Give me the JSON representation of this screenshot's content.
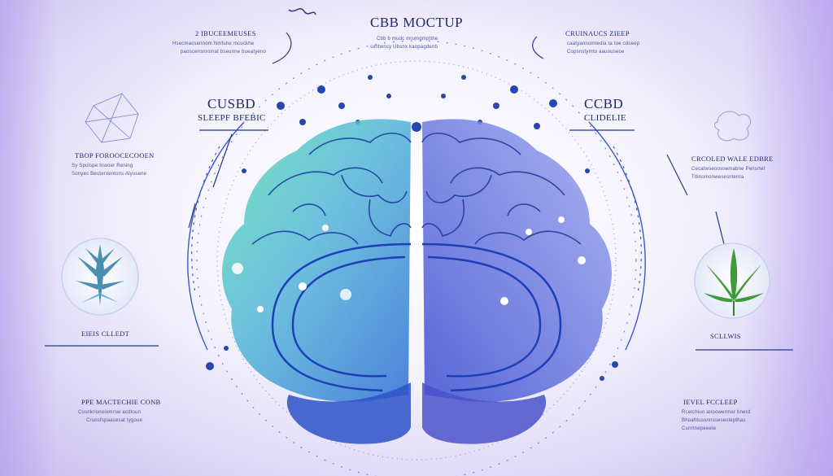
{
  "header": {
    "title": "CBB MOCTUP",
    "subtitle": "Cbb b mudc mrumgmptthe",
    "subtitle2": "sxntwnsy Ubsnx kaopagdenb"
  },
  "labels": {
    "top_left": {
      "title": "2 Ibuceemeuses",
      "line1": "Hsecmacsennom Nmfuhe mcuckhe",
      "line2": "paoscensnroinat bseunne bueatyeno"
    },
    "top_right": {
      "title": "CRUINAUCS ZIEEP",
      "line1": "caatyannomtedla ta toe cdseep",
      "line2": "Copsnstymto aauouseoe"
    },
    "mid_left_heading": {
      "title": "CUSBD",
      "subtitle": "SLEEPF BFEBIC"
    },
    "mid_right_heading": {
      "title": "CCBD",
      "subtitle": "CLIDELIE"
    },
    "left_block": {
      "title": "Tbop foroocecooen",
      "line1": "Sy Spolspe tnwoer Rening",
      "line2": "Sonyes Beuterxentons Alyusene"
    },
    "right_block": {
      "title": "CRCOLED WALE EDBRE",
      "line1": "Cecatwseoosnemabne Pensrtet",
      "line2": "Ttlinomonwesesntenra"
    },
    "left_plant_label": "EIEIS CLLEDT",
    "right_plant_label": "SCLLWIS",
    "bottom_left": {
      "title": "Ppe mactechie Conb",
      "line1": "Cosnkrionoiomrsw acdtoun",
      "line2": "Crunsfspaasesat tygoue"
    },
    "bottom_right": {
      "title": "IEVEL FCCLEEP",
      "line1": "Rcetchiun anoowerrner bnerd",
      "line2": "Bhoahtusonnssesestepthas",
      "line3": "Cunrtnepeeete"
    }
  },
  "icons": [
    "brain-network-icon",
    "cannabis-leaf-icon",
    "hemp-flower-icon",
    "neuron-icon",
    "squiggle-icon"
  ],
  "colors": {
    "accent_blue": "#2a4bb8",
    "accent_green": "#3fc29a",
    "accent_purple": "#8f7ee8",
    "text_navy": "#1d2a6b"
  }
}
